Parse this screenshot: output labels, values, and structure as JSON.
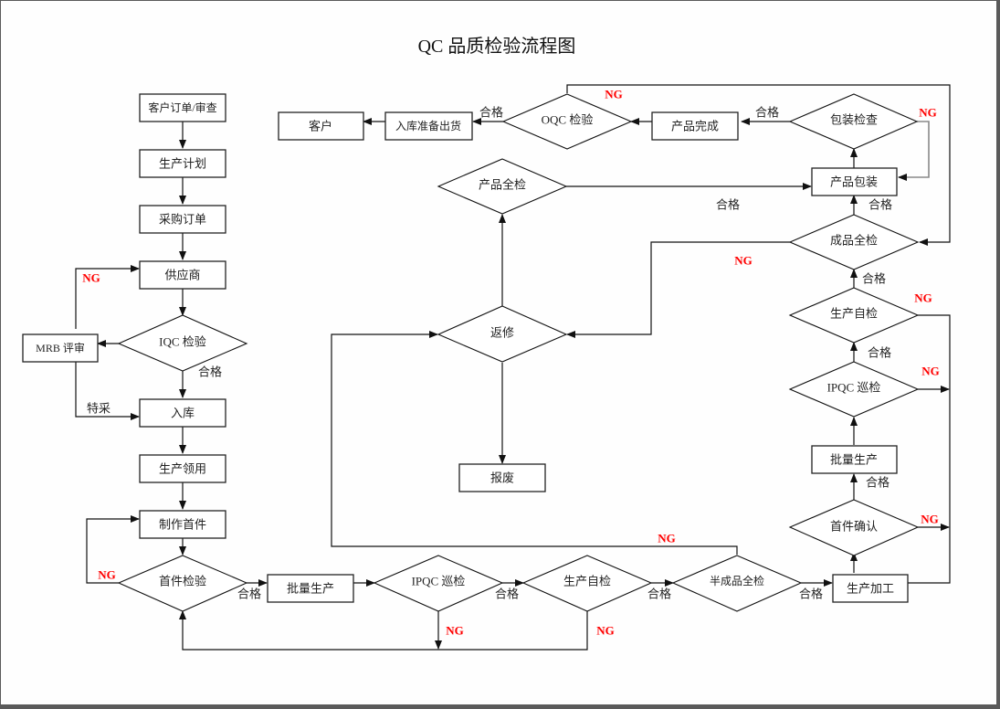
{
  "title": "QC 品质检验流程图",
  "colors": {
    "ng": "#ff0000",
    "line": "#111111",
    "page": "#fefefe",
    "frame": "#5a5a5a"
  },
  "nodes": {
    "customer_order": "客户订单/审查",
    "production_plan": "生产计划",
    "purchase_order": "采购订单",
    "supplier": "供应商",
    "iqc_inspection": "IQC 检验",
    "mrb_review": "MRB 评审",
    "warehouse_in": "入库",
    "production_requisition": "生产领用",
    "make_first_article": "制作首件",
    "first_article_inspection": "首件检验",
    "mass_production_bottom": "批量生产",
    "ipqc_patrol_bottom": "IPQC 巡检",
    "self_check_bottom": "生产自检",
    "semi_finished_full_check": "半成品全检",
    "production_processing": "生产加工",
    "first_article_confirm": "首件确认",
    "mass_production_right": "批量生产",
    "ipqc_patrol_right": "IPQC 巡检",
    "self_check_right": "生产自检",
    "finished_full_check": "成品全检",
    "product_packaging": "产品包装",
    "packaging_check": "包装检查",
    "product_complete": "产品完成",
    "oqc_inspection": "OQC 检验",
    "ready_to_ship": "入库准备出货",
    "customer": "客户",
    "product_full_check": "产品全检",
    "rework": "返修",
    "scrap": "报废"
  },
  "labels": {
    "pass": "合格",
    "ng": "NG",
    "special_purchase": "特采"
  }
}
